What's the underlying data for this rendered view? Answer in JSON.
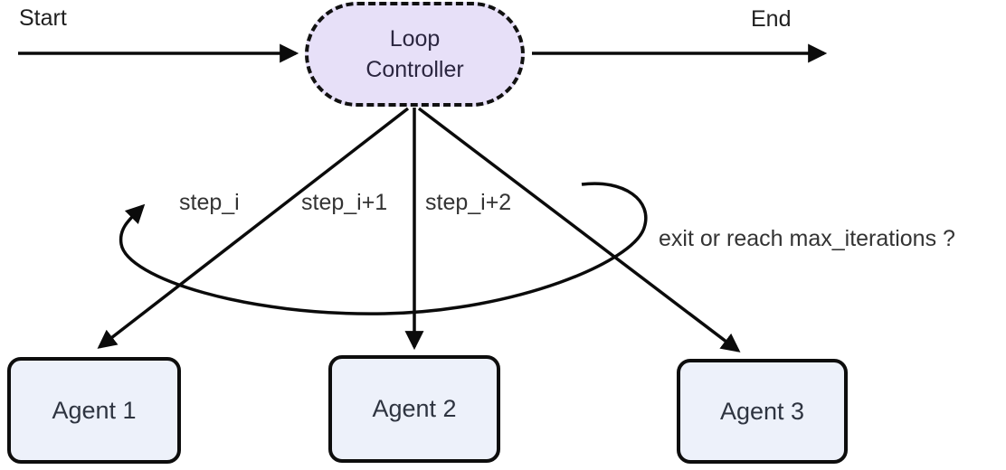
{
  "colors": {
    "controller_fill": "#e7e0f8",
    "agent_fill": "#edf1fa",
    "line_color": "#0b0b0b",
    "label_color": "#333333",
    "node_text_color": "#2e3440"
  },
  "flow": {
    "start_label": "Start",
    "end_label": "End",
    "controller": {
      "label_line1": "Loop",
      "label_line2": "Controller"
    },
    "steps": [
      "step_i",
      "step_i+1",
      "step_i+2"
    ],
    "loop_condition_label": "exit or reach max_iterations ?",
    "agents": [
      {
        "label": "Agent 1"
      },
      {
        "label": "Agent 2"
      },
      {
        "label": "Agent 3"
      }
    ]
  }
}
